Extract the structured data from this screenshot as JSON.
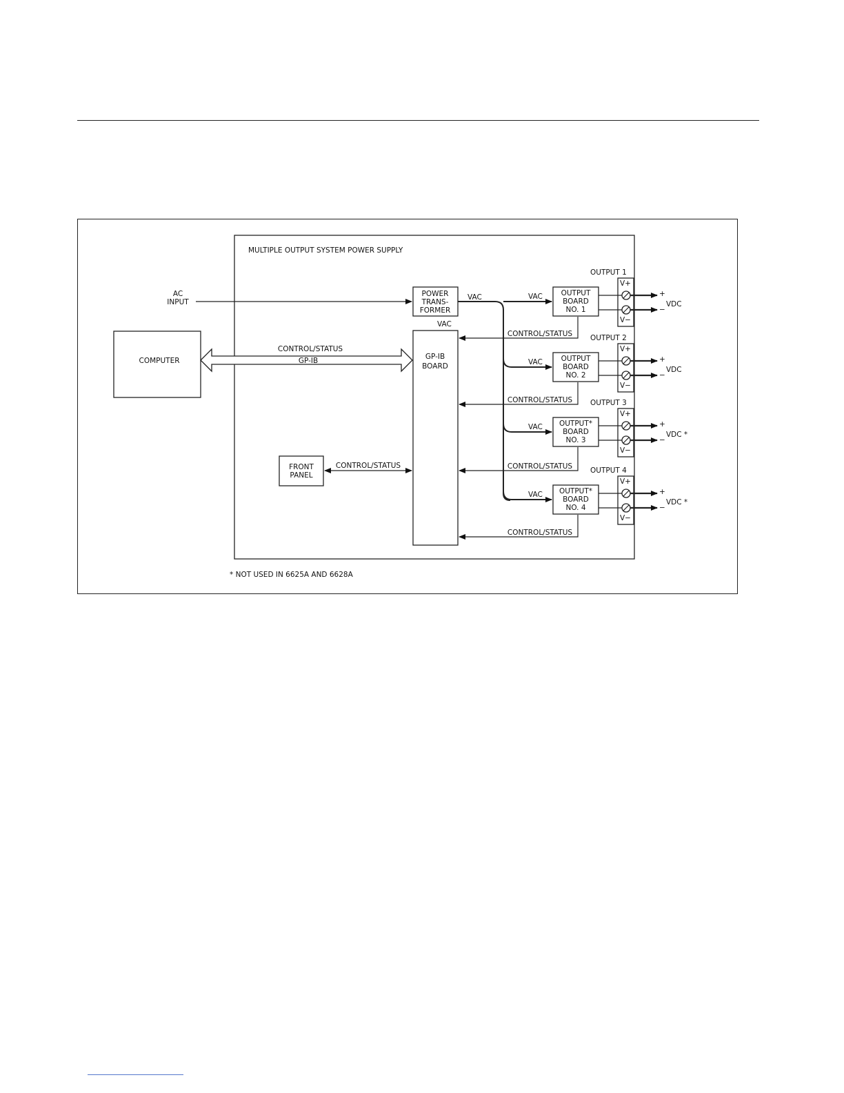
{
  "diagram": {
    "title": "MULTIPLE OUTPUT SYSTEM POWER SUPPLY",
    "ac_input": [
      "AC",
      "INPUT"
    ],
    "computer": "COMPUTER",
    "bus": {
      "top": "CONTROL/STATUS",
      "bottom": "GP-IB"
    },
    "transformer": [
      "POWER",
      "TRANS-",
      "FORMER"
    ],
    "gpib_board": [
      "GP-IB",
      "BOARD"
    ],
    "front_panel": [
      "FRONT",
      "PANEL"
    ],
    "front_panel_link": "CONTROL/STATUS",
    "vac_label": "VAC",
    "control_status": "CONTROL/STATUS",
    "vplus": "V+",
    "vminus": "V−",
    "plus": "+",
    "minus": "−",
    "outputs": [
      {
        "header": "OUTPUT 1",
        "board": [
          "OUTPUT",
          "BOARD",
          "NO. 1"
        ],
        "vdc": "VDC"
      },
      {
        "header": "OUTPUT 2",
        "board": [
          "OUTPUT",
          "BOARD",
          "NO. 2"
        ],
        "vdc": "VDC"
      },
      {
        "header": "OUTPUT 3",
        "board": [
          "OUTPUT*",
          "BOARD",
          "NO. 3"
        ],
        "vdc": "VDC *"
      },
      {
        "header": "OUTPUT 4",
        "board": [
          "OUTPUT*",
          "BOARD",
          "NO. 4"
        ],
        "vdc": "VDC *"
      }
    ],
    "footnote": "* NOT USED IN 6625A AND 6628A"
  }
}
